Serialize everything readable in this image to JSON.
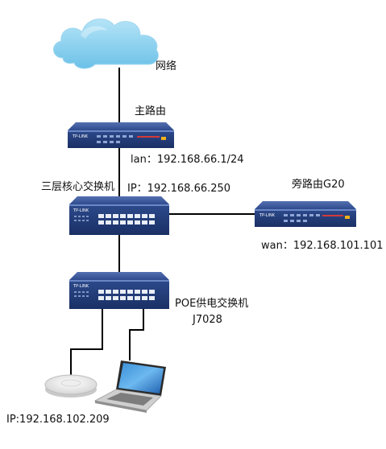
{
  "nodes": {
    "internet": {
      "label": "网络"
    },
    "main_router": {
      "label": "主路由",
      "lan": "lan：192.168.66.1/24"
    },
    "core_switch": {
      "label": "三层核心交换机",
      "ip": "IP：192.168.66.250"
    },
    "bypass_router": {
      "label": "旁路由G20",
      "wan": "wan：192.168.101.101"
    },
    "poe_switch": {
      "label": "POE供电交换机",
      "model": "J7028"
    },
    "access_point": {
      "ip": "IP:192.168.102.209"
    },
    "laptop": {}
  },
  "colors": {
    "device_blue": "#2f4f8f",
    "device_dark": "#1d3566",
    "cloud": "#8fd0ee",
    "line": "#000000"
  }
}
